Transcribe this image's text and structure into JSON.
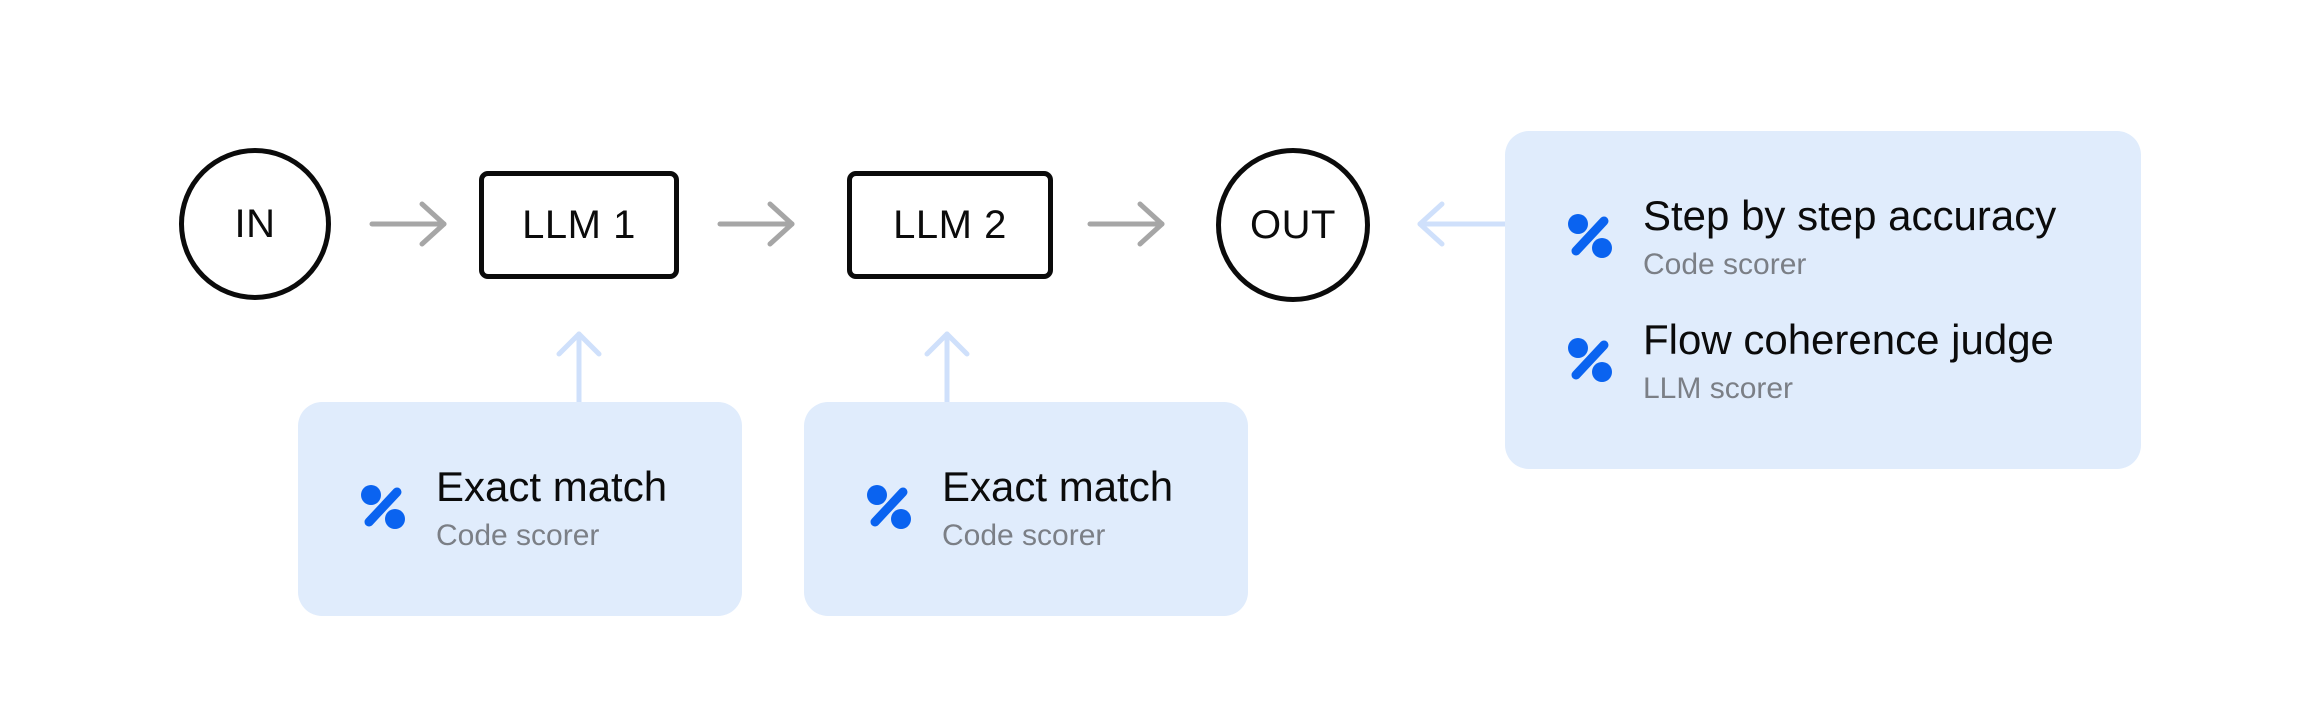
{
  "colors": {
    "pipeline_stroke": "#0b0b0b",
    "pipeline_arrow": "#a6a6a6",
    "card_background": "#e0ecfc",
    "scorer_arrow": "#cfe0fb",
    "icon_blue": "#0a63f0",
    "subtitle_gray": "#7b7f86"
  },
  "pipeline": {
    "input": {
      "label": "IN"
    },
    "step1": {
      "label": "LLM 1"
    },
    "step2": {
      "label": "LLM 2"
    },
    "output": {
      "label": "OUT"
    }
  },
  "scorers": {
    "llm1": [
      {
        "title": "Exact match",
        "subtitle": "Code scorer",
        "icon": "percent-icon"
      }
    ],
    "llm2": [
      {
        "title": "Exact match",
        "subtitle": "Code scorer",
        "icon": "percent-icon"
      }
    ],
    "output": [
      {
        "title": "Step by step accuracy",
        "subtitle": "Code scorer",
        "icon": "percent-icon"
      },
      {
        "title": "Flow coherence judge",
        "subtitle": "LLM scorer",
        "icon": "percent-icon"
      }
    ]
  }
}
